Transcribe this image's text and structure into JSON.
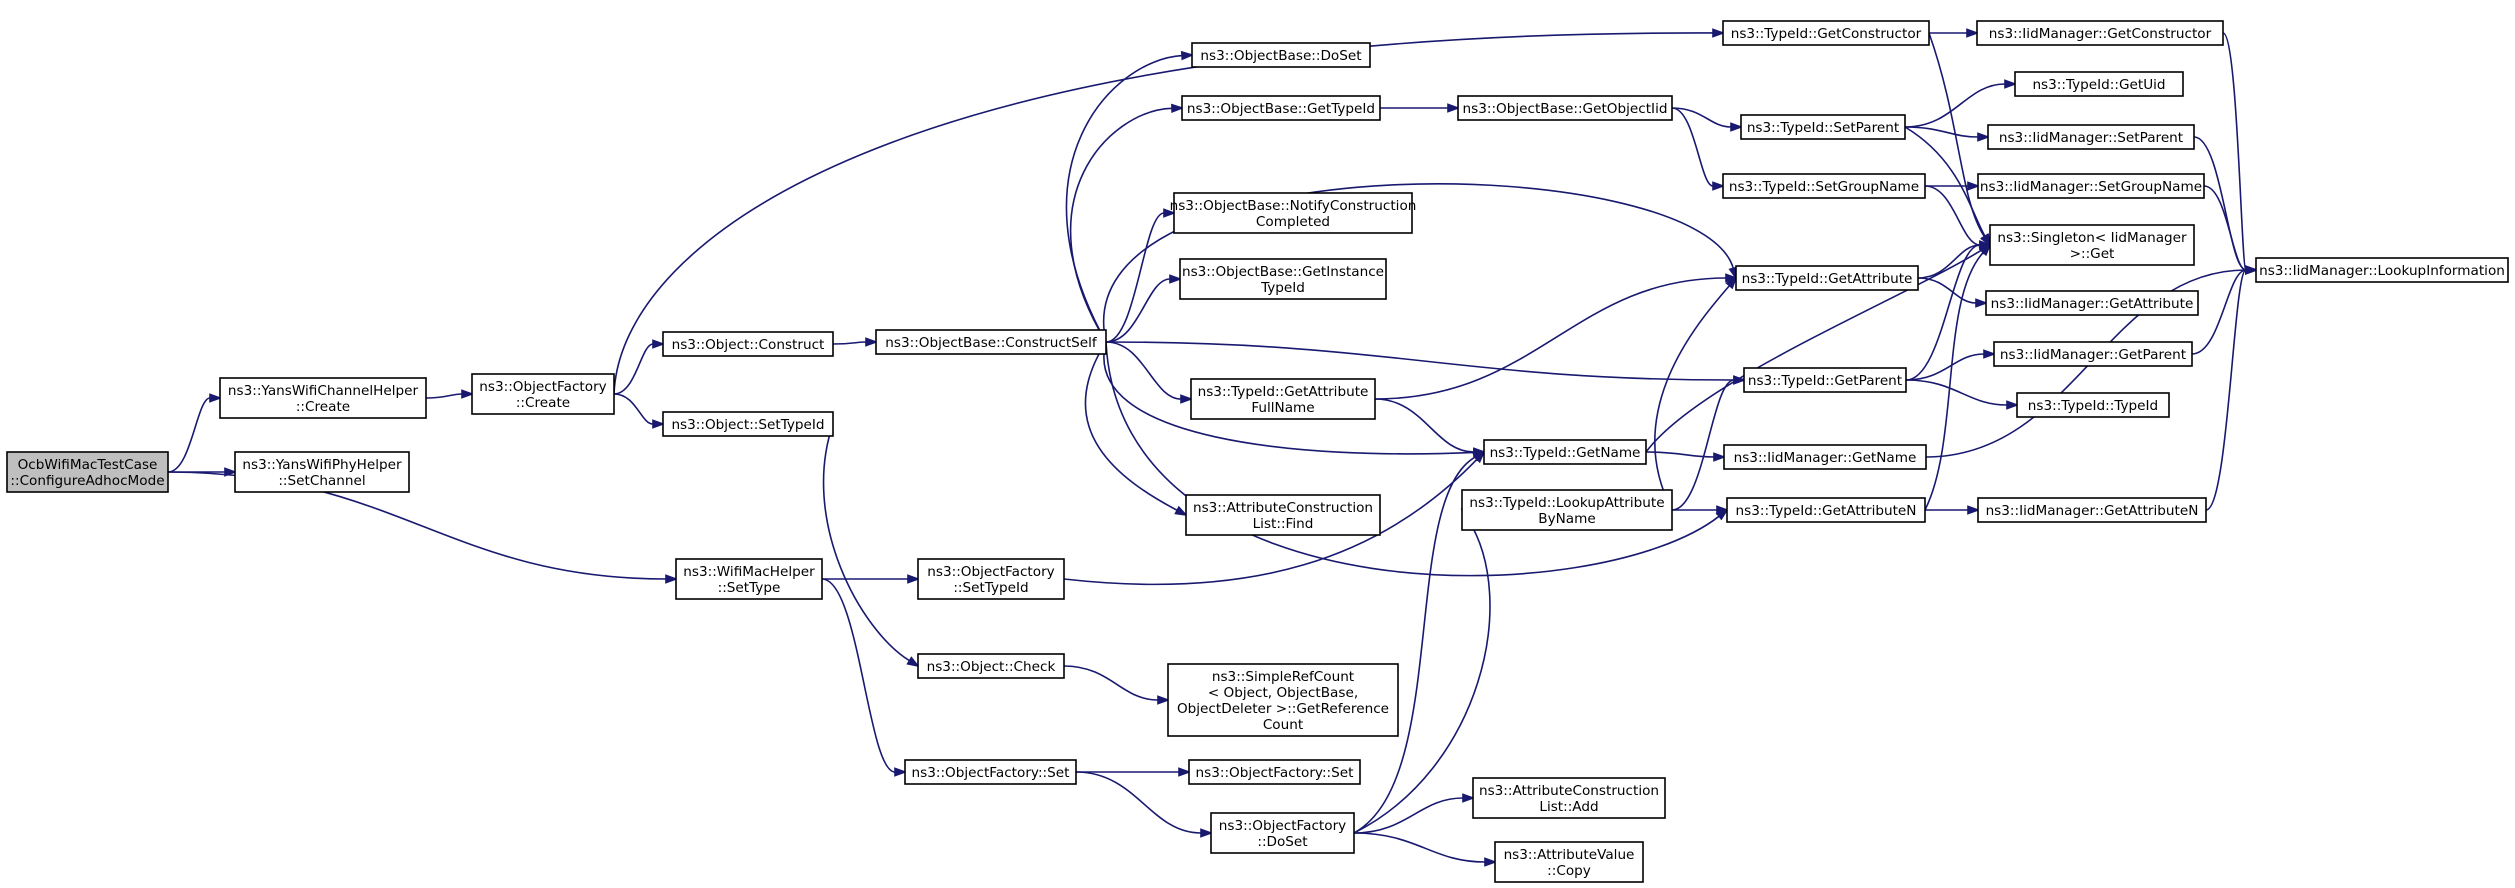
{
  "graph": {
    "nodes": [
      {
        "id": "root",
        "lines": [
          "OcbWifiMacTestCase",
          "::ConfigureAdhocMode"
        ],
        "root": true
      },
      {
        "id": "yanschan",
        "lines": [
          "ns3::YansWifiChannelHelper",
          "::Create"
        ]
      },
      {
        "id": "yansphy",
        "lines": [
          "ns3::YansWifiPhyHelper",
          "::SetChannel"
        ]
      },
      {
        "id": "wifimac",
        "lines": [
          "ns3::WifiMacHelper",
          "::SetType"
        ]
      },
      {
        "id": "ofcreate",
        "lines": [
          "ns3::ObjectFactory",
          "::Create"
        ]
      },
      {
        "id": "objconstruct",
        "lines": [
          "ns3::Object::Construct"
        ]
      },
      {
        "id": "objsettypeid",
        "lines": [
          "ns3::Object::SetTypeId"
        ]
      },
      {
        "id": "ofsettypeid",
        "lines": [
          "ns3::ObjectFactory",
          "::SetTypeId"
        ]
      },
      {
        "id": "objcheck",
        "lines": [
          "ns3::Object::Check"
        ]
      },
      {
        "id": "ofset1",
        "lines": [
          "ns3::ObjectFactory::Set"
        ]
      },
      {
        "id": "obconstructself",
        "lines": [
          "ns3::ObjectBase::ConstructSelf"
        ]
      },
      {
        "id": "obdoset",
        "lines": [
          "ns3::ObjectBase::DoSet"
        ]
      },
      {
        "id": "obgettypeid",
        "lines": [
          "ns3::ObjectBase::GetTypeId"
        ]
      },
      {
        "id": "obnotify",
        "lines": [
          "ns3::ObjectBase::NotifyConstruction",
          "Completed"
        ]
      },
      {
        "id": "obgetinst",
        "lines": [
          "ns3::ObjectBase::GetInstance",
          "TypeId"
        ]
      },
      {
        "id": "tidgetattrfull",
        "lines": [
          "ns3::TypeId::GetAttribute",
          "FullName"
        ]
      },
      {
        "id": "acfind",
        "lines": [
          "ns3::AttributeConstruction",
          "List::Find"
        ]
      },
      {
        "id": "srcgetref",
        "lines": [
          "ns3::SimpleRefCount",
          "< Object, ObjectBase,",
          "ObjectDeleter >::GetReference",
          "Count"
        ]
      },
      {
        "id": "ofset2",
        "lines": [
          "ns3::ObjectFactory::Set"
        ]
      },
      {
        "id": "ofdoset",
        "lines": [
          "ns3::ObjectFactory",
          "::DoSet"
        ]
      },
      {
        "id": "obgetobjtid",
        "lines": [
          "ns3::ObjectBase::GetObjectIid"
        ]
      },
      {
        "id": "tidgetname",
        "lines": [
          "ns3::TypeId::GetName"
        ]
      },
      {
        "id": "tidlookupattr",
        "lines": [
          "ns3::TypeId::LookupAttribute",
          "ByName"
        ]
      },
      {
        "id": "acadd",
        "lines": [
          "ns3::AttributeConstruction",
          "List::Add"
        ]
      },
      {
        "id": "avcopy",
        "lines": [
          "ns3::AttributeValue",
          "::Copy"
        ]
      },
      {
        "id": "tidgetctor",
        "lines": [
          "ns3::TypeId::GetConstructor"
        ]
      },
      {
        "id": "tidsetparent",
        "lines": [
          "ns3::TypeId::SetParent"
        ]
      },
      {
        "id": "tidsetgroup",
        "lines": [
          "ns3::TypeId::SetGroupName"
        ]
      },
      {
        "id": "tidgetattr",
        "lines": [
          "ns3::TypeId::GetAttribute"
        ]
      },
      {
        "id": "tidgetparent",
        "lines": [
          "ns3::TypeId::GetParent"
        ]
      },
      {
        "id": "iidgetname",
        "lines": [
          "ns3::IidManager::GetName"
        ]
      },
      {
        "id": "tidgetattrn",
        "lines": [
          "ns3::TypeId::GetAttributeN"
        ]
      },
      {
        "id": "iidgetctor",
        "lines": [
          "ns3::IidManager::GetConstructor"
        ]
      },
      {
        "id": "tidgetuid",
        "lines": [
          "ns3::TypeId::GetUid"
        ]
      },
      {
        "id": "iidsetparent",
        "lines": [
          "ns3::IidManager::SetParent"
        ]
      },
      {
        "id": "iidsetgroup",
        "lines": [
          "ns3::IidManager::SetGroupName"
        ]
      },
      {
        "id": "singletonget",
        "lines": [
          "ns3::Singleton< IidManager",
          " >::Get"
        ]
      },
      {
        "id": "iidgetattr",
        "lines": [
          "ns3::IidManager::GetAttribute"
        ]
      },
      {
        "id": "iidgetparent",
        "lines": [
          "ns3::IidManager::GetParent"
        ]
      },
      {
        "id": "tidtypeid",
        "lines": [
          "ns3::TypeId::TypeId"
        ]
      },
      {
        "id": "iidgetattrn",
        "lines": [
          "ns3::IidManager::GetAttributeN"
        ]
      },
      {
        "id": "iidlookup",
        "lines": [
          "ns3::IidManager::LookupInformation"
        ]
      }
    ],
    "edges": [
      [
        "root",
        "yanschan"
      ],
      [
        "root",
        "yansphy"
      ],
      [
        "root",
        "wifimac"
      ],
      [
        "yanschan",
        "ofcreate"
      ],
      [
        "ofcreate",
        "tidgetctor"
      ],
      [
        "ofcreate",
        "objconstruct"
      ],
      [
        "ofcreate",
        "objsettypeid"
      ],
      [
        "objconstruct",
        "obconstructself"
      ],
      [
        "objsettypeid",
        "objcheck"
      ],
      [
        "wifimac",
        "ofsettypeid"
      ],
      [
        "wifimac",
        "ofset1"
      ],
      [
        "ofsettypeid",
        "tidgetname"
      ],
      [
        "objcheck",
        "srcgetref"
      ],
      [
        "ofset1",
        "ofset2"
      ],
      [
        "ofset1",
        "ofdoset"
      ],
      [
        "obconstructself",
        "obdoset"
      ],
      [
        "obconstructself",
        "obgettypeid"
      ],
      [
        "obconstructself",
        "obnotify"
      ],
      [
        "obconstructself",
        "obgetinst"
      ],
      [
        "obconstructself",
        "tidgetattrfull"
      ],
      [
        "obconstructself",
        "acfind"
      ],
      [
        "obconstructself",
        "tidgetattr"
      ],
      [
        "obconstructself",
        "tidgetparent"
      ],
      [
        "obconstructself",
        "tidgetname"
      ],
      [
        "obconstructself",
        "tidgetattrn"
      ],
      [
        "obgettypeid",
        "obgetobjtid"
      ],
      [
        "obgetobjtid",
        "tidsetparent"
      ],
      [
        "obgetobjtid",
        "tidsetgroup"
      ],
      [
        "tidgetattrfull",
        "tidgetattr"
      ],
      [
        "tidgetattrfull",
        "tidgetname"
      ],
      [
        "ofdoset",
        "tidgetname"
      ],
      [
        "ofdoset",
        "tidlookupattr"
      ],
      [
        "ofdoset",
        "acadd"
      ],
      [
        "ofdoset",
        "avcopy"
      ],
      [
        "tidlookupattr",
        "tidgetattr"
      ],
      [
        "tidlookupattr",
        "tidgetparent"
      ],
      [
        "tidlookupattr",
        "tidgetattrn"
      ],
      [
        "tidgetctor",
        "iidgetctor"
      ],
      [
        "tidgetctor",
        "singletonget"
      ],
      [
        "tidsetparent",
        "tidgetuid"
      ],
      [
        "tidsetparent",
        "iidsetparent"
      ],
      [
        "tidsetparent",
        "singletonget"
      ],
      [
        "tidsetgroup",
        "iidsetgroup"
      ],
      [
        "tidsetgroup",
        "singletonget"
      ],
      [
        "tidgetattr",
        "singletonget"
      ],
      [
        "tidgetattr",
        "iidgetattr"
      ],
      [
        "tidgetparent",
        "singletonget"
      ],
      [
        "tidgetparent",
        "iidgetparent"
      ],
      [
        "tidgetparent",
        "tidtypeid"
      ],
      [
        "tidgetname",
        "singletonget"
      ],
      [
        "tidgetname",
        "iidgetname"
      ],
      [
        "tidgetattrn",
        "singletonget"
      ],
      [
        "tidgetattrn",
        "iidgetattrn"
      ],
      [
        "iidgetctor",
        "iidlookup"
      ],
      [
        "iidsetparent",
        "iidlookup"
      ],
      [
        "iidsetgroup",
        "iidlookup"
      ],
      [
        "iidgetname",
        "iidlookup"
      ],
      [
        "iidgetparent",
        "iidlookup"
      ],
      [
        "iidgetattrn",
        "iidlookup"
      ]
    ],
    "colors": {
      "edge": "#191970",
      "node_border": "#000000",
      "node_fill": "#ffffff",
      "root_fill": "#bfbfbf"
    }
  }
}
